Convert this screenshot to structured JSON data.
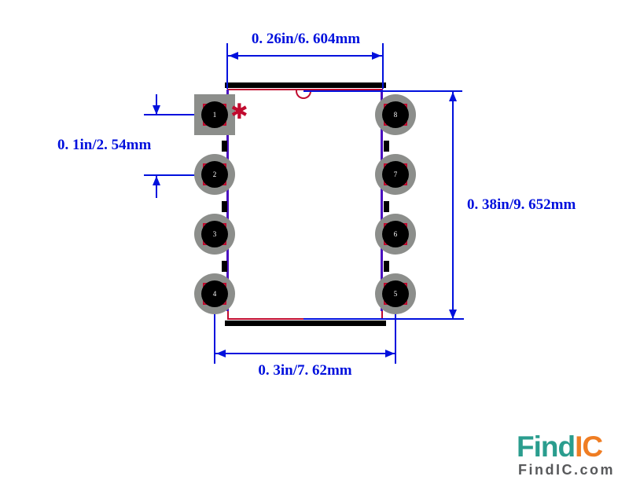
{
  "diagram": {
    "kind": "IC package footprint (DIP-8 land pattern)",
    "dimensions": {
      "top": "0. 26in/6. 604mm",
      "left": "0. 1in/2. 54mm",
      "right": "0. 38in/9. 652mm",
      "bottom": "0. 3in/7. 62mm"
    },
    "pin1_marker": "✱",
    "pads": [
      {
        "number": "1",
        "col": "left",
        "row": 0,
        "shape": "square"
      },
      {
        "number": "2",
        "col": "left",
        "row": 1,
        "shape": "round"
      },
      {
        "number": "3",
        "col": "left",
        "row": 2,
        "shape": "round"
      },
      {
        "number": "4",
        "col": "left",
        "row": 3,
        "shape": "round"
      },
      {
        "number": "8",
        "col": "right",
        "row": 0,
        "shape": "round"
      },
      {
        "number": "7",
        "col": "right",
        "row": 1,
        "shape": "round"
      },
      {
        "number": "6",
        "col": "right",
        "row": 2,
        "shape": "round"
      },
      {
        "number": "5",
        "col": "right",
        "row": 3,
        "shape": "round"
      }
    ]
  },
  "logo": {
    "brand_primary": "Find",
    "brand_secondary": "IC",
    "tagline": "FindIC.com"
  },
  "colors": {
    "dim_blue": "#0010dd",
    "outline_red": "#c00a2e",
    "edge_purple": "#4a10c0",
    "pad_gray": "#8c8e8b",
    "logo_teal": "#2a9d8e",
    "logo_orange": "#ef7d23",
    "logo_gray": "#58595b"
  },
  "layout_constants": {
    "pad_left_cx": 273,
    "pad_right_cx": 503,
    "pad_row_cy": [
      146,
      222,
      298,
      374
    ]
  }
}
